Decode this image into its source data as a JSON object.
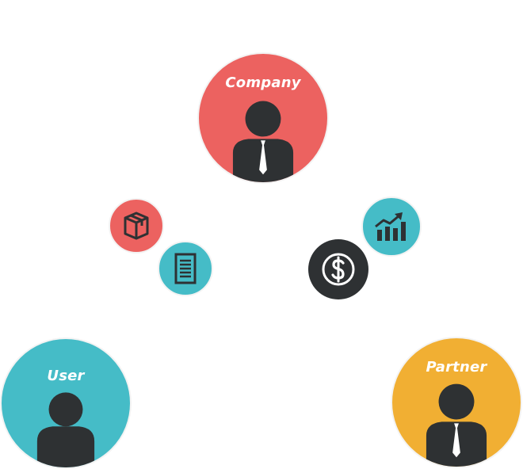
{
  "colors": {
    "company": "#ec6260",
    "user": "#45bcc7",
    "partner": "#f1af33",
    "person": "#2e3133",
    "tie": "#ffffff",
    "box_badge": "#ec6260",
    "document_badge": "#45bcc7",
    "dollar_badge": "#2e3133",
    "chart_badge": "#45bcc7",
    "icon_dark": "#2e3133",
    "icon_light": "#ffffff"
  },
  "nodes": {
    "company": {
      "label": "Company",
      "icon": "businessman-icon"
    },
    "user": {
      "label": "User",
      "icon": "person-icon"
    },
    "partner": {
      "label": "Partner",
      "icon": "businessman-icon"
    }
  },
  "badges": {
    "box": {
      "icon": "box-icon"
    },
    "document": {
      "icon": "document-icon"
    },
    "dollar": {
      "icon": "dollar-icon"
    },
    "chart": {
      "icon": "growth-chart-icon"
    }
  }
}
